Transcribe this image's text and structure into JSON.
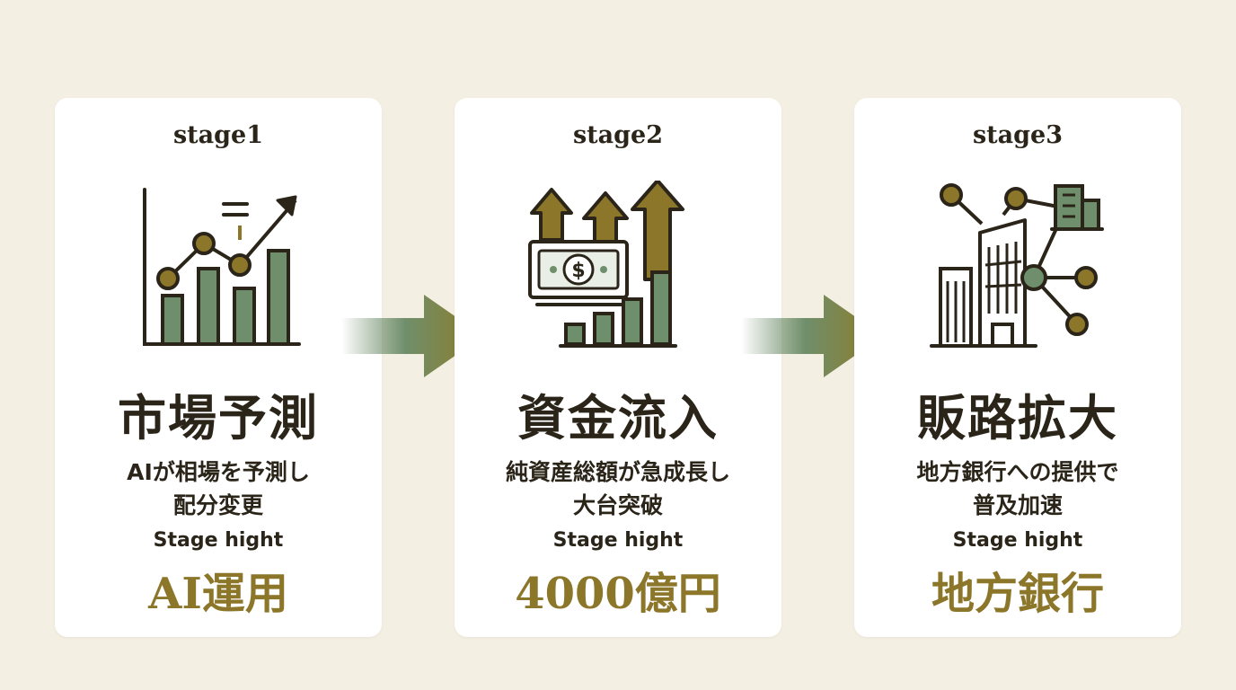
{
  "stages": [
    {
      "label": "stage1",
      "title": "市場予測",
      "desc_lines": [
        "AIが相場を予測し",
        "配分変更"
      ],
      "highlight_label": "Stage hight",
      "highlight_value": "AI運用",
      "icon": "chart-growth-icon"
    },
    {
      "label": "stage2",
      "title": "資金流入",
      "desc_lines": [
        "純資産総額が急成長し",
        "大台突破"
      ],
      "highlight_label": "Stage hight",
      "highlight_value": "4000億円",
      "icon": "money-growth-icon"
    },
    {
      "label": "stage3",
      "title": "販路拡大",
      "desc_lines": [
        "地方銀行への提供で",
        "普及加速"
      ],
      "highlight_label": "Stage hight",
      "highlight_value": "地方銀行",
      "icon": "building-network-icon"
    }
  ],
  "colors": {
    "background": "#f4efe3",
    "card": "#ffffff",
    "text": "#2a2419",
    "accent_gold": "#8c7629",
    "accent_green": "#6f8f6c",
    "arrow_gold": "#8f7a24"
  }
}
